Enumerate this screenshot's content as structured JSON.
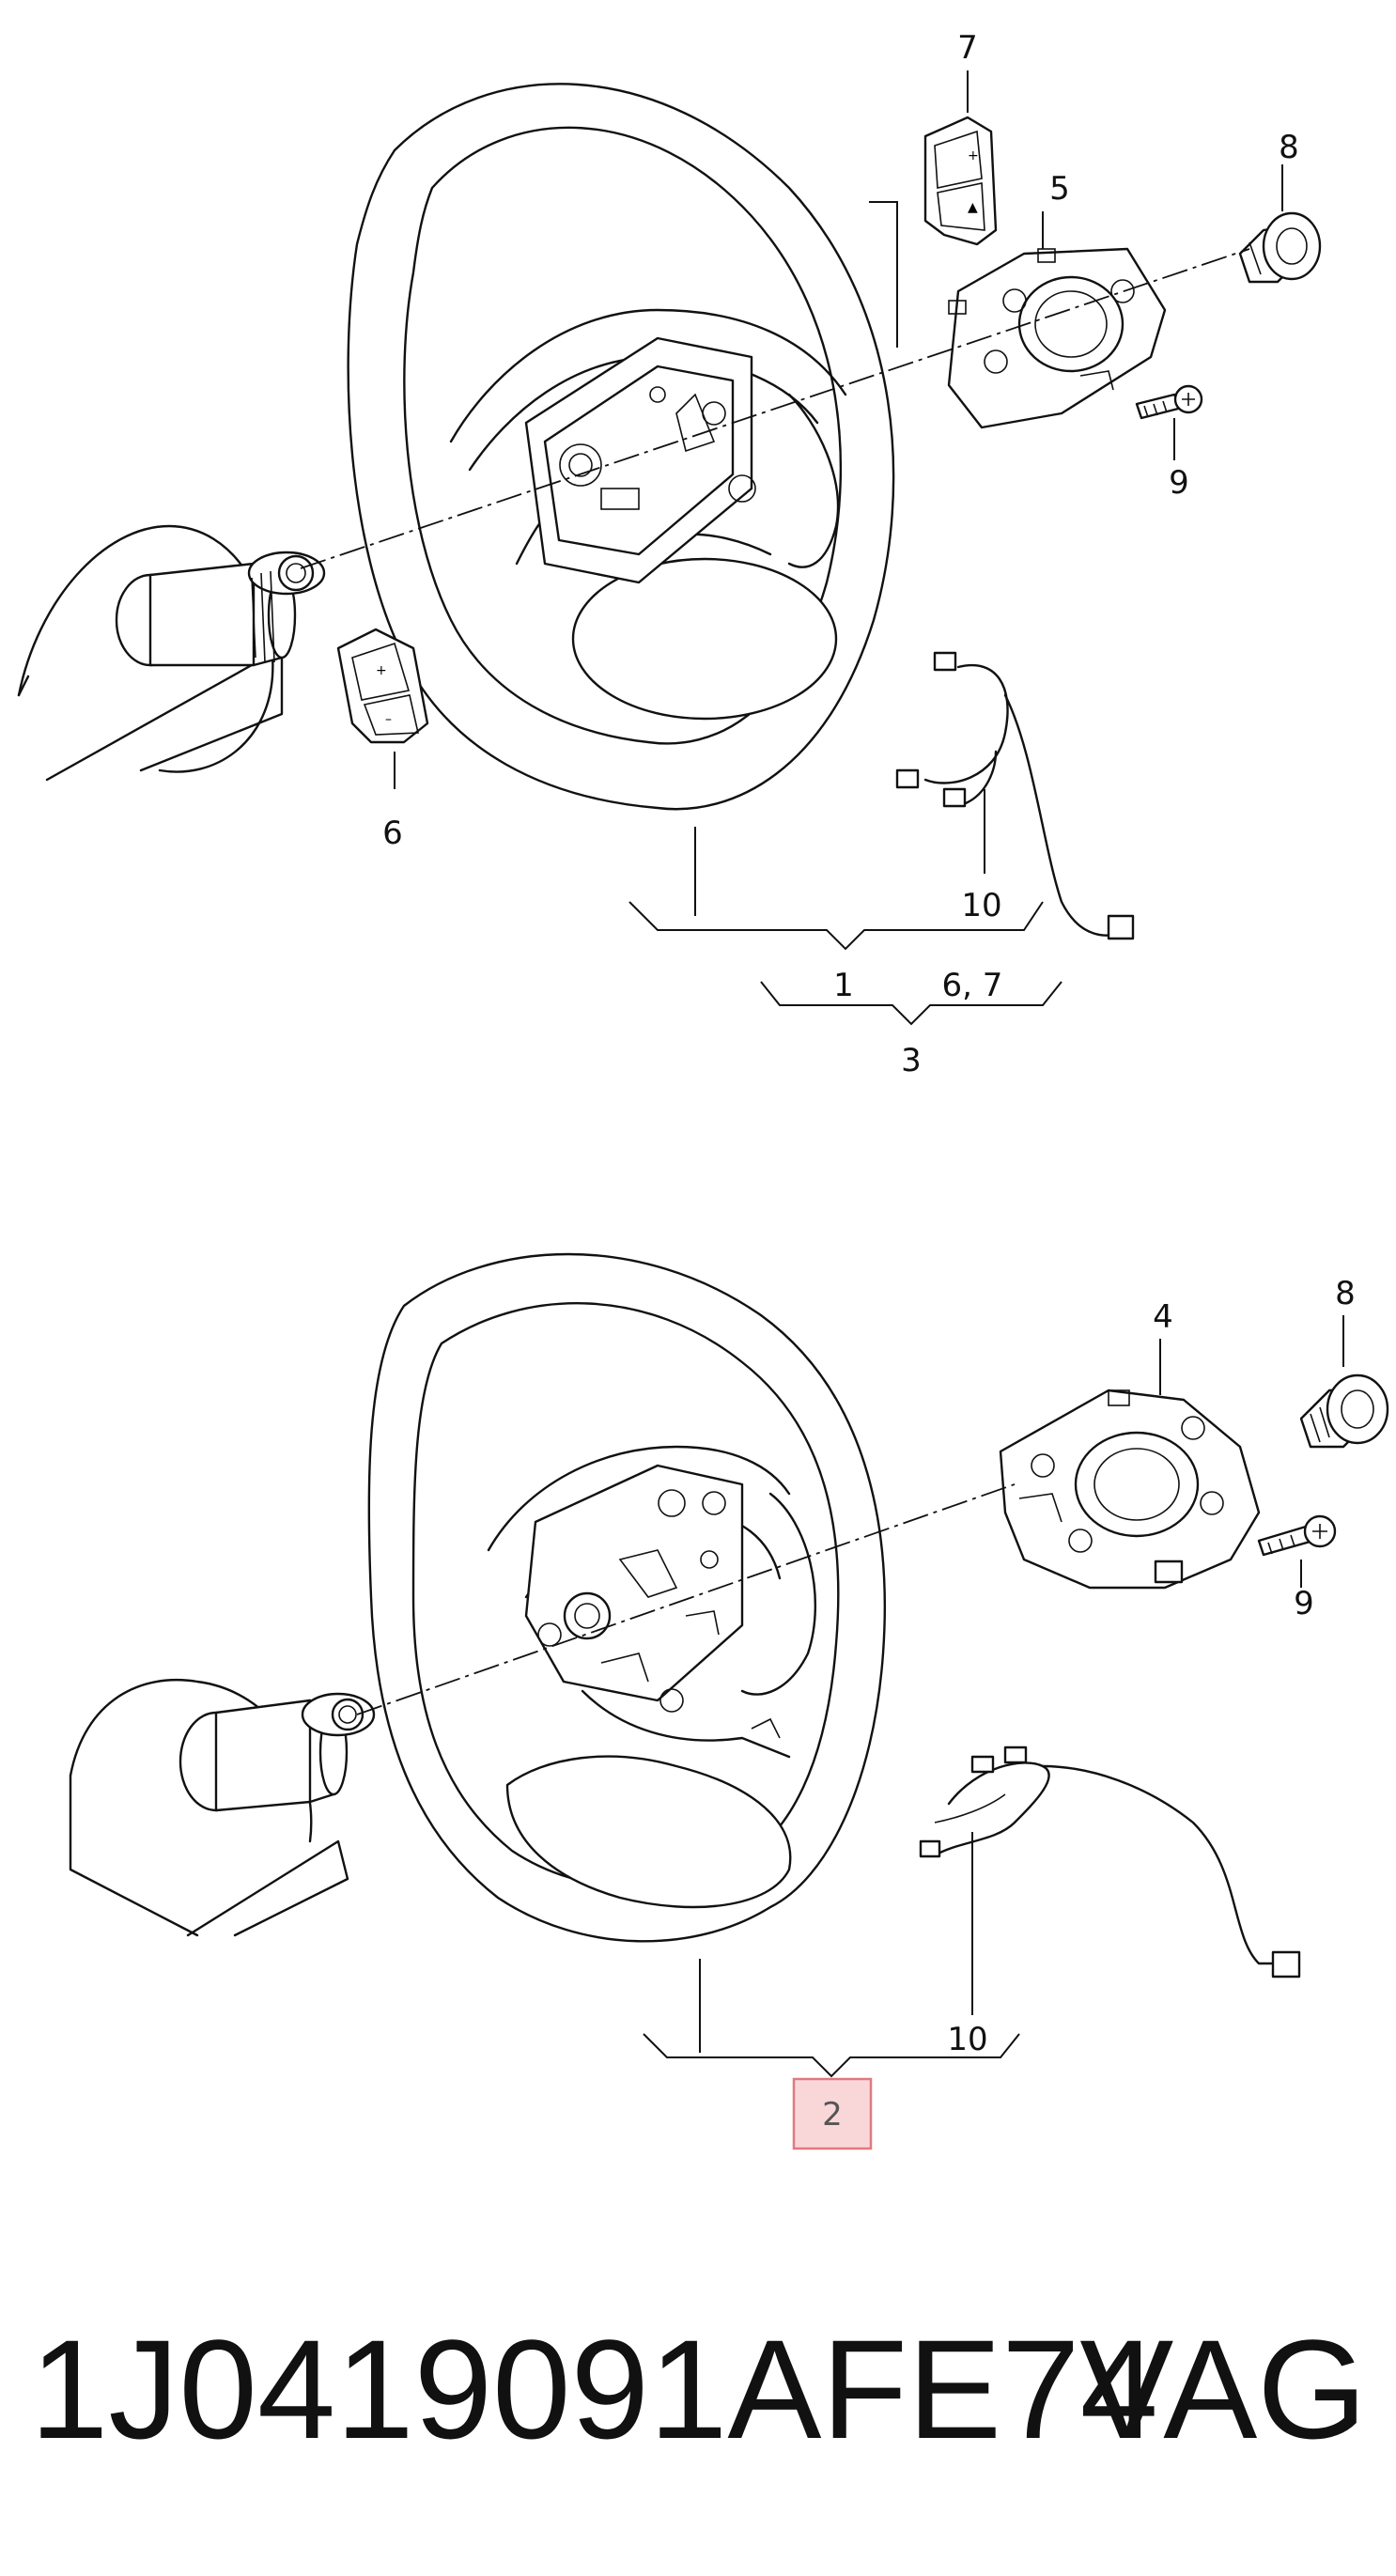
{
  "top_diagram": {
    "callouts": {
      "steering_wheel": "1",
      "assembly": "3",
      "slip_ring": "5",
      "left_button": "6",
      "right_button": "7",
      "bolt": "8",
      "screw": "9",
      "wiring": "10",
      "group": "6, 7"
    }
  },
  "bottom_diagram": {
    "callouts": {
      "steering_wheel": "2",
      "slip_ring": "4",
      "bolt": "8",
      "screw": "9",
      "wiring": "10"
    },
    "highlight_color": "#f9d7d9"
  },
  "footer": {
    "part_number": "1J0419091AFE74",
    "brand": "VAG"
  }
}
